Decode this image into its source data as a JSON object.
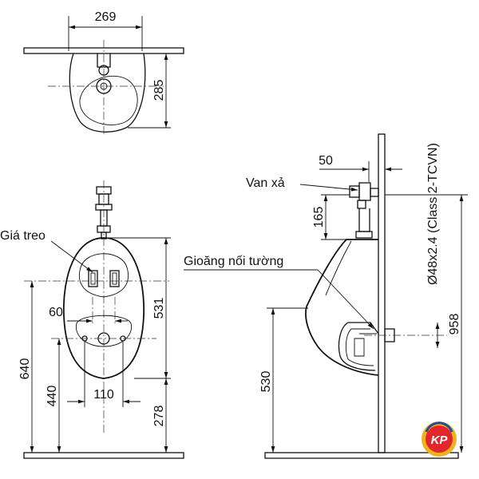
{
  "top_view": {
    "width_dim": "269",
    "depth_dim": "285"
  },
  "front_view": {
    "label_hanger": "Giá treo",
    "height_dim": "531",
    "spacing_dim": "60",
    "outlet_width_dim": "110",
    "overall_height_dim": "640",
    "outlet_height_dim": "440",
    "bottom_dim": "278"
  },
  "side_view": {
    "label_valve": "Van xả",
    "label_gasket": "Gioăng nối tường",
    "valve_offset_dim": "50",
    "valve_height_dim": "165",
    "pipe_spec": "Ø48x2.4 (Class 2-TCVN)",
    "rim_height_dim": "530",
    "inlet_height_dim": "958"
  },
  "logo": {
    "text": "KP",
    "colors": {
      "ring": "#f2b21b",
      "inner": "#e3262b",
      "accent": "#1d4fa3"
    }
  }
}
